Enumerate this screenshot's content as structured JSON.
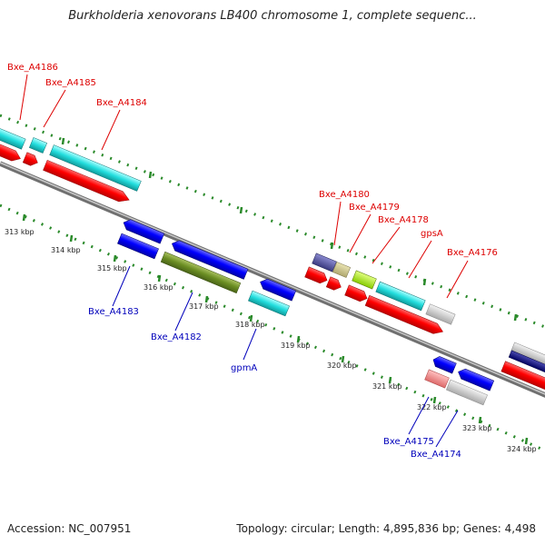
{
  "title": "Burkholderia xenovorans LB400 chromosome 1, complete sequenc...",
  "footer": {
    "accession": "Accession: NC_007951",
    "summary": "Topology: circular; Length: 4,895,836 bp; Genes: 4,498"
  },
  "scale_labels": [
    "313 kbp",
    "314 kbp",
    "315 kbp",
    "316 kbp",
    "317 kbp",
    "318 kbp",
    "319 kbp",
    "320 kbp",
    "321 kbp",
    "322 kbp",
    "323 kbp",
    "324 kbp"
  ],
  "colors": {
    "forward_label": "#dd0000",
    "reverse_label": "#0000bb",
    "backbone": "#888888",
    "tick": "#2a8a2a"
  },
  "genes": [
    {
      "name": "Bxe_A4186",
      "strand": "+"
    },
    {
      "name": "Bxe_A4185",
      "strand": "+"
    },
    {
      "name": "Bxe_A4184",
      "strand": "+"
    },
    {
      "name": "Bxe_A4183",
      "strand": "-"
    },
    {
      "name": "Bxe_A4182",
      "strand": "-"
    },
    {
      "name": "gpmA",
      "strand": "-"
    },
    {
      "name": "Bxe_A4180",
      "strand": "+"
    },
    {
      "name": "Bxe_A4179",
      "strand": "+"
    },
    {
      "name": "Bxe_A4178",
      "strand": "+"
    },
    {
      "name": "gpsA",
      "strand": "+"
    },
    {
      "name": "Bxe_A4176",
      "strand": "+"
    },
    {
      "name": "Bxe_A4175",
      "strand": "-"
    },
    {
      "name": "Bxe_A4174",
      "strand": "-"
    }
  ]
}
